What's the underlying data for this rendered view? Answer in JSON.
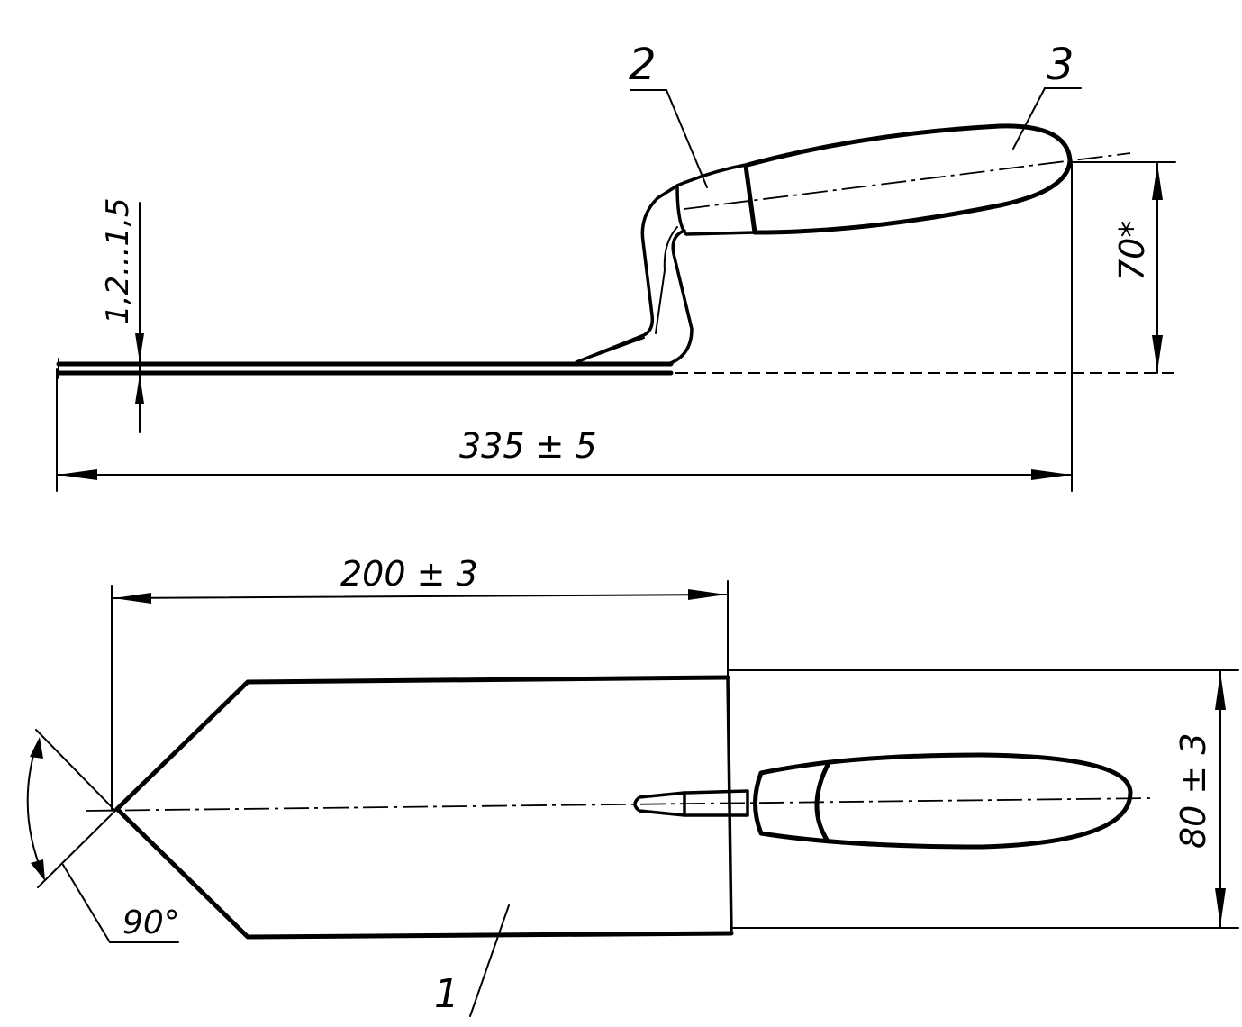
{
  "callouts": {
    "part_1": "1",
    "part_2": "2",
    "part_3": "3"
  },
  "dimensions": {
    "thickness": "1,2...1,5",
    "overall_length": "335 ± 5",
    "handle_height": "70*",
    "blade_length": "200 ± 3",
    "blade_width": "80 ± 3",
    "tip_angle": "90°"
  }
}
